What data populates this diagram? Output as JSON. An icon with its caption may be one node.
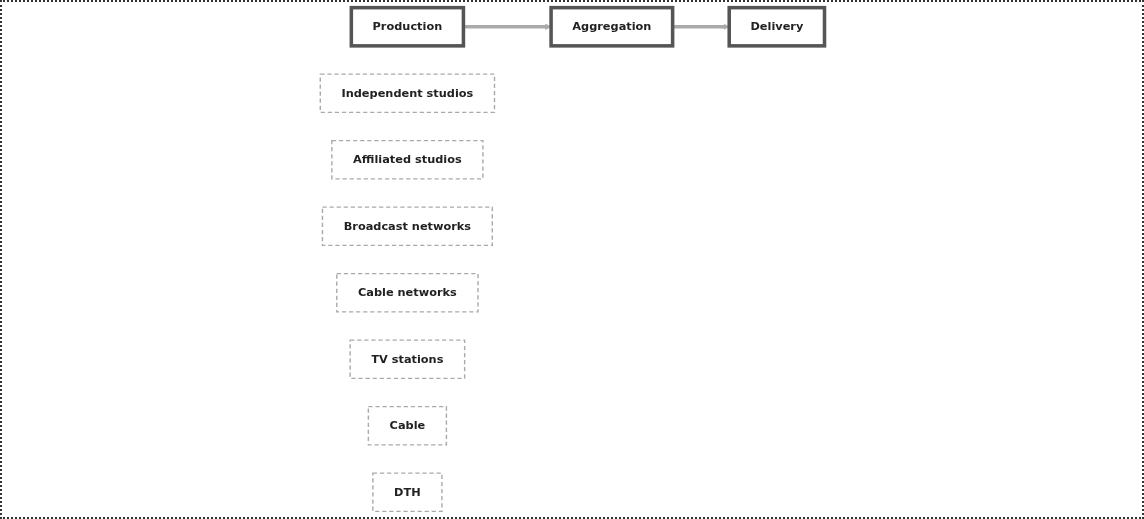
{
  "diagram": {
    "nodes": [
      {
        "text": [
          "Production"
        ]
      },
      {
        "text": [
          "Aggregation"
        ]
      },
      {
        "text": [
          "Delivery"
        ]
      },
      {
        "text": [
          "Independent studios"
        ]
      },
      {
        "text": [
          "Affiliated studios"
        ]
      },
      {
        "text": [
          "Broadcast networks"
        ]
      },
      {
        "text": [
          "Cable networks"
        ]
      },
      {
        "text": [
          "TV stations"
        ]
      },
      {
        "text": [
          "Cable"
        ]
      },
      {
        "text": [
          "DTH"
        ]
      }
    ],
    "edges": [
      {
        "from": 0,
        "to": 1,
        "arrow": "to"
      },
      {
        "from": 1,
        "to": 2,
        "arrow": "to"
      }
    ]
  }
}
